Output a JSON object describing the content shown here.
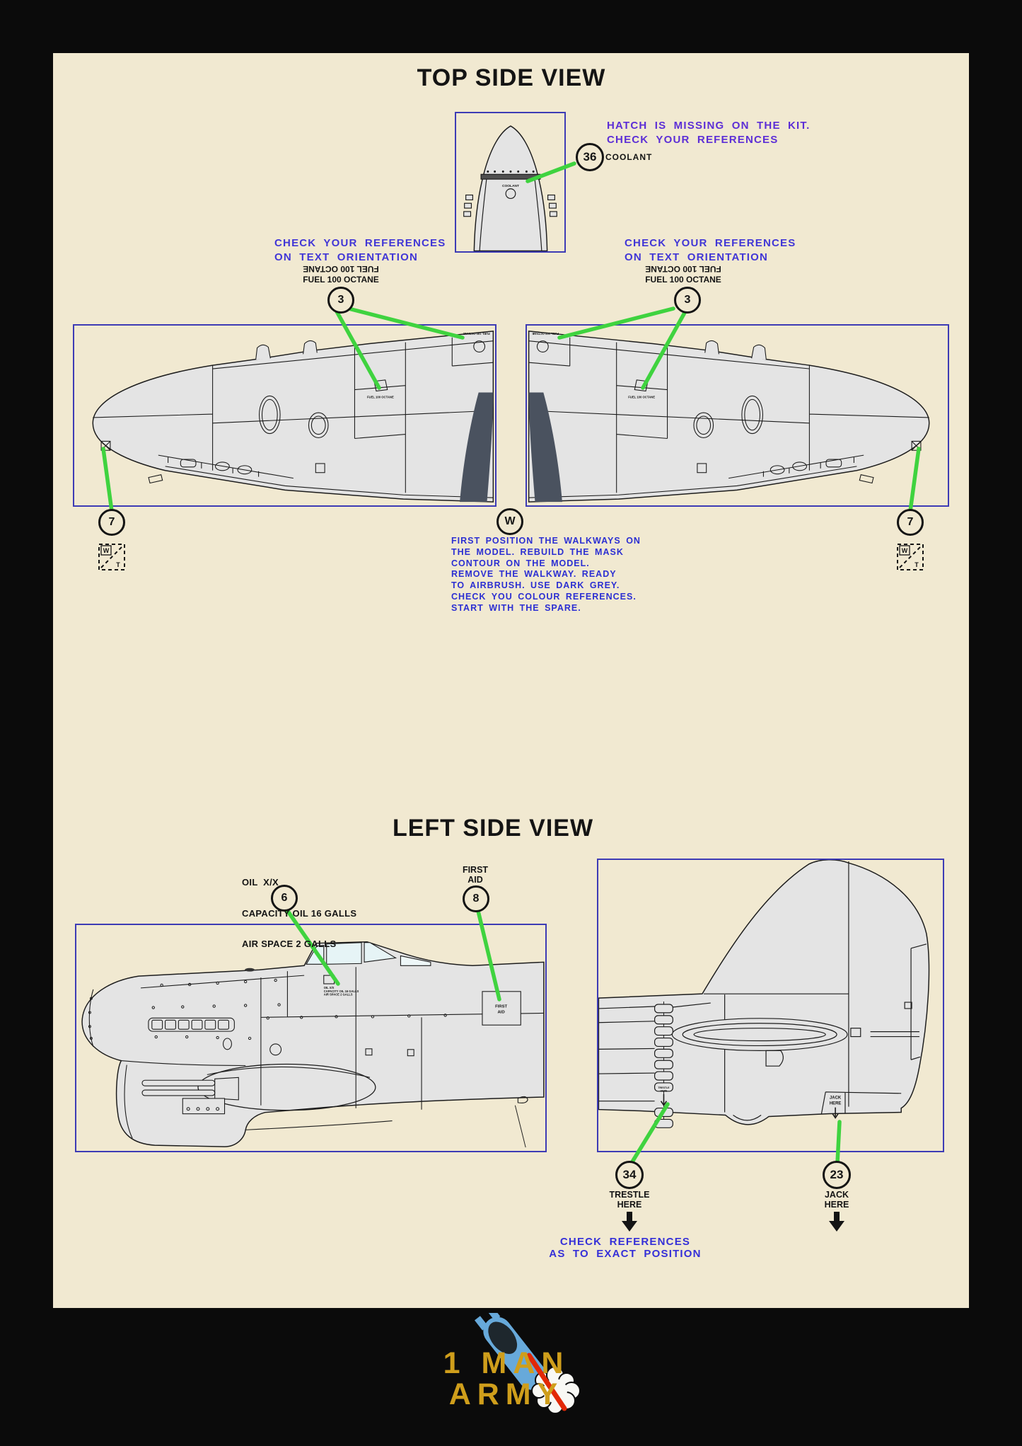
{
  "colors": {
    "frame_bg": "#0b0b0b",
    "panel_bg": "#f1e9d1",
    "box_border": "#3d3bb5",
    "note_purple": "#5c2ed6",
    "note_blue": "#4136d6",
    "green_line": "#3fd33f",
    "aircraft_fill": "#e4e4e4",
    "walkway_grey": "#4a525f",
    "logo_gold": "#cf9e1b",
    "bomb_blue": "#67a9da",
    "flame_red": "#e22806"
  },
  "top_view": {
    "title": "TOP SIDE VIEW",
    "nose_note_line1": "HATCH IS MISSING ON THE KIT.",
    "nose_note_line2": "CHECK YOUR REFERENCES",
    "nose_marker": "36",
    "nose_marker_label": "COOLANT",
    "nose_stencil": "COOLANT",
    "orientation_note_line1": "CHECK YOUR REFERENCES",
    "orientation_note_line2": "ON TEXT ORIENTATION",
    "fuel_stencil": "FUEL 100 OCTANE",
    "fuel_marker": "3",
    "walkway_marker": "7",
    "wt_w": "W",
    "wt_t": "T",
    "w_marker": "W",
    "w_note_lines": [
      "FIRST POSITION THE WALKWAYS ON",
      "THE MODEL. REBUILD THE MASK",
      "CONTOUR ON THE MODEL.",
      "REMOVE THE WALKWAY. READY",
      "TO AIRBRUSH. USE DARK GREY.",
      "CHECK YOU COLOUR REFERENCES.",
      "START WITH THE SPARE."
    ]
  },
  "side_view": {
    "title": "LEFT SIDE VIEW",
    "oil_note_lines": [
      "OIL  X/X",
      "CAPACITY OIL 16 GALLS",
      "AIR SPACE 2 GALLS"
    ],
    "oil_marker": "6",
    "oil_stencil_lines": [
      "OIL X/X",
      "CAPACITY OIL 16 GALLS",
      "AIR SPACE 2 GALLS"
    ],
    "first_aid_line1": "FIRST",
    "first_aid_line2": "AID",
    "first_aid_marker": "8",
    "first_aid_stencil_line1": "FIRST",
    "first_aid_stencil_line2": "AID",
    "trestle_marker": "34",
    "trestle_line1": "TRESTLE",
    "trestle_line2": "HERE",
    "trestle_stencil_line1": "TRESTLE",
    "trestle_stencil_line2": "HERE",
    "jack_marker": "23",
    "jack_line1": "JACK",
    "jack_line2": "HERE",
    "jack_stencil_line1": "JACK",
    "jack_stencil_line2": "HERE",
    "position_note_line1": "CHECK REFERENCES",
    "position_note_line2": "AS TO EXACT POSITION"
  },
  "logo": {
    "line1": "1 MAN",
    "line2": "ARMY"
  }
}
